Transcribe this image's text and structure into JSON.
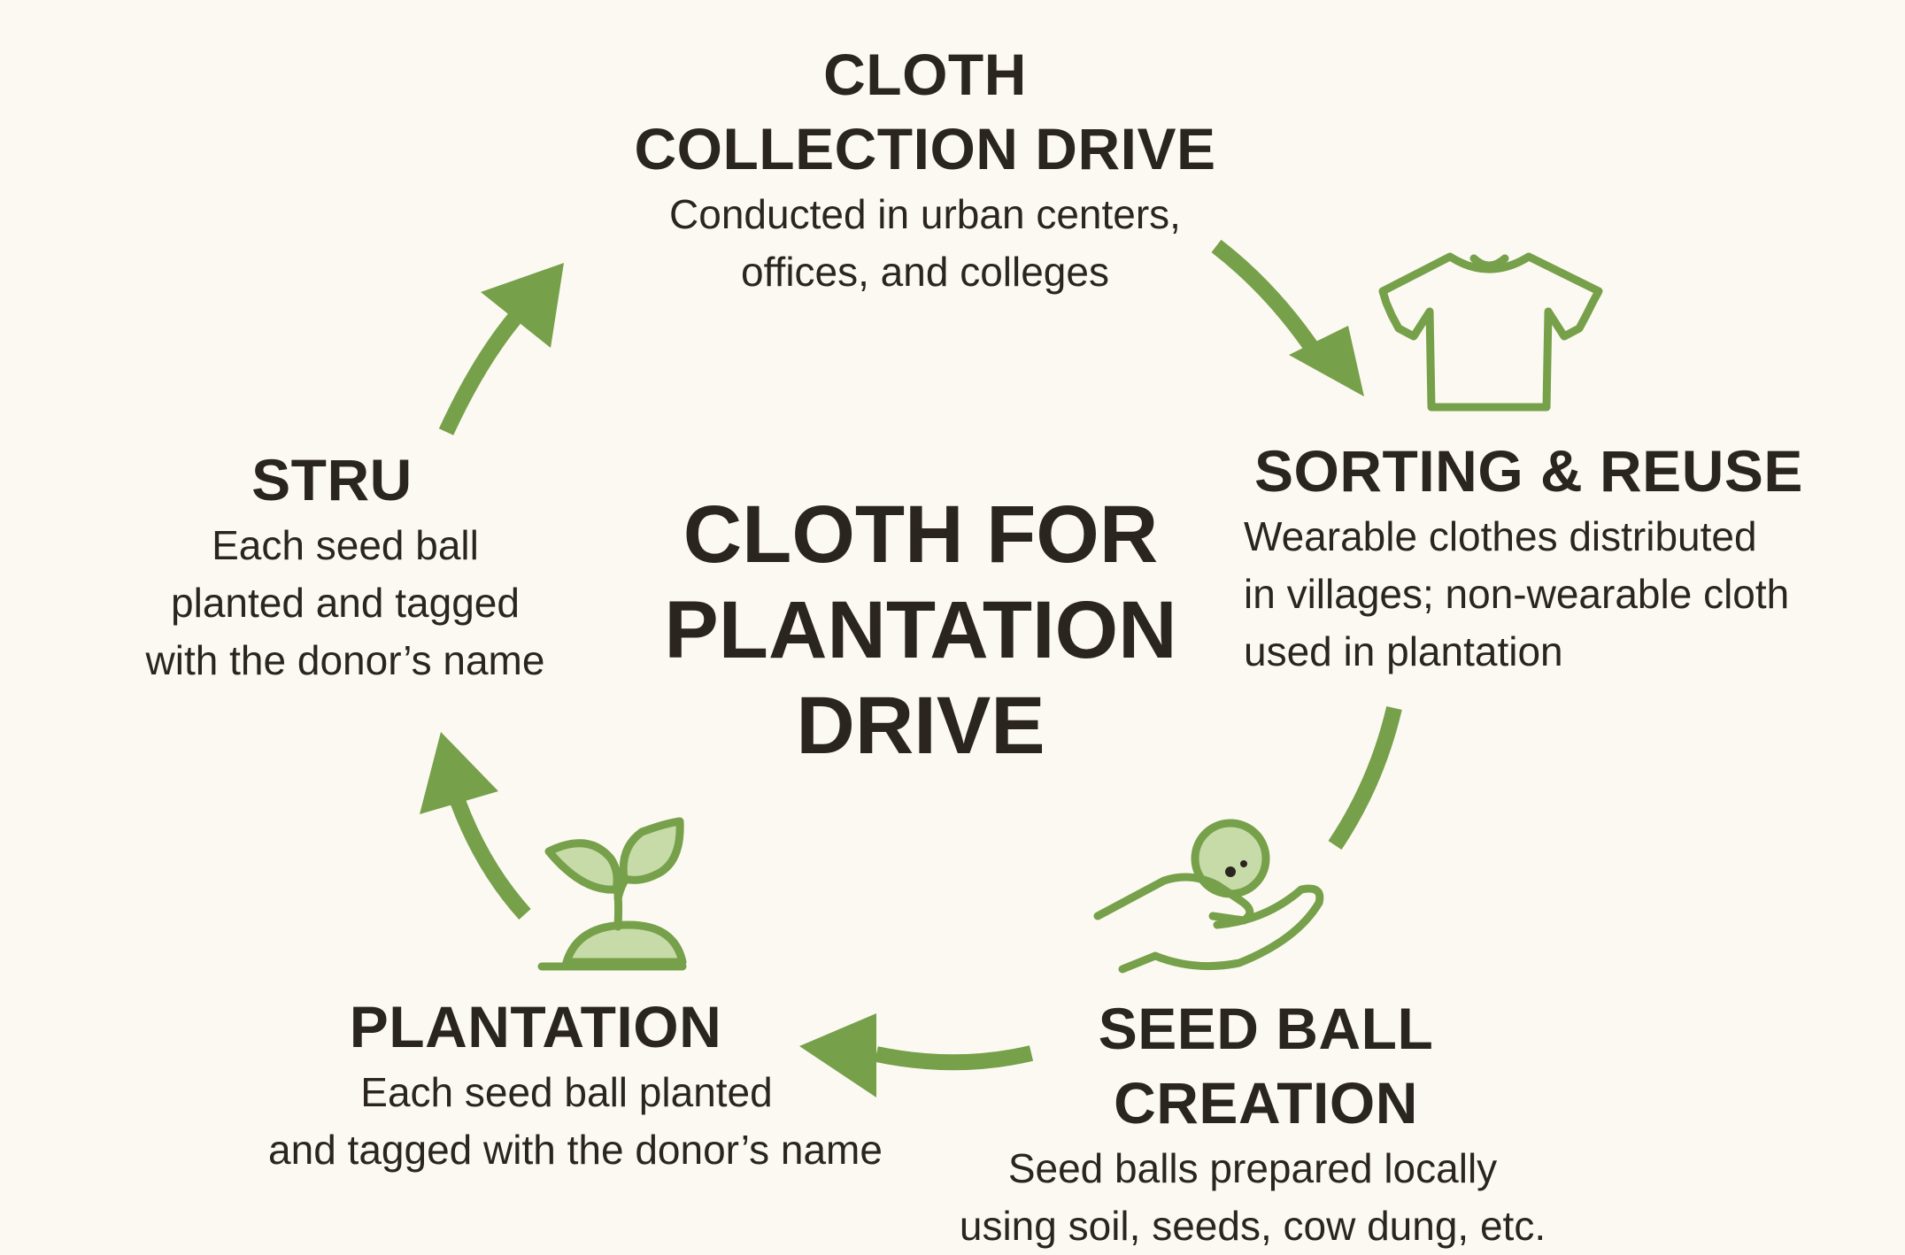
{
  "colors": {
    "accent": "#76a049",
    "accent_light": "#c7dba8",
    "background": "#fcf9f2",
    "text": "#2b2520"
  },
  "center": {
    "line1": "CLOTH FOR",
    "line2": "PLANTATION",
    "line3": "DRIVE"
  },
  "steps": {
    "collection": {
      "title_line1": "CLOTH",
      "title_line2": "COLLECTION DRIVE",
      "desc_line1": "Conducted in urban centers,",
      "desc_line2": "offices, and colleges"
    },
    "sorting": {
      "icon": "t-shirt-icon",
      "title": "SORTING & REUSE",
      "desc_line1": "Wearable clothes distributed",
      "desc_line2": "in villages; non-wearable cloth",
      "desc_line3": "used in plantation"
    },
    "seed_ball": {
      "icon": "hand-holding-seed-ball-icon",
      "title_line1": "SEED BALL",
      "title_line2": "CREATION",
      "desc_line1": "Seed balls prepared locally",
      "desc_line2": "using soil, seeds, cow dung, etc."
    },
    "plantation": {
      "icon": "sprout-icon",
      "title": "PLANTATION",
      "desc_line1": "Each seed ball planted",
      "desc_line2": "and tagged with the donor’s name"
    },
    "stru": {
      "title": "STRU",
      "desc_line1": "Each seed ball",
      "desc_line2": "planted and tagged",
      "desc_line3": "with the donor’s name"
    }
  }
}
